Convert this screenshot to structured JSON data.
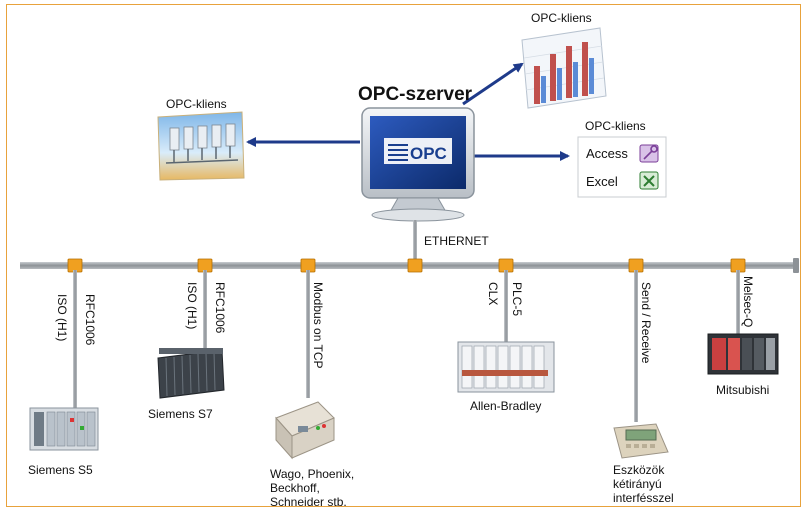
{
  "server": {
    "title": "OPC-szerver",
    "logo_text": "OPC"
  },
  "clients": {
    "left": "OPC-kliens",
    "top": "OPC-kliens",
    "right": "OPC-kliens",
    "apps": [
      "Access",
      "Excel"
    ]
  },
  "network": {
    "label": "ETHERNET"
  },
  "devices": [
    {
      "protocols": [
        "ISO (H1)",
        "RFC1006"
      ],
      "name_lines": [
        "Siemens S5"
      ]
    },
    {
      "protocols": [
        "ISO (H1)",
        "RFC1006"
      ],
      "name_lines": [
        "Siemens S7"
      ]
    },
    {
      "protocols": [
        "Modbus on TCP"
      ],
      "name_lines": [
        "Wago, Phoenix,",
        "Beckhoff,",
        "Schneider stb."
      ]
    },
    {
      "protocols": [
        "CLX",
        "PLC-5"
      ],
      "name_lines": [
        "Allen-Bradley"
      ]
    },
    {
      "protocols": [
        "Send / Receive"
      ],
      "name_lines": [
        "Eszközök",
        "kétirányú",
        "interfésszel"
      ]
    },
    {
      "protocols": [
        "Melsec-Q"
      ],
      "name_lines": [
        "Mitsubishi"
      ]
    }
  ],
  "colors": {
    "arrow": "#1e3a8a",
    "bus": "#9aa0a6",
    "connector": "#f0a020",
    "frame": "#e8a23c",
    "opc_blue": "#1a3f8f"
  }
}
